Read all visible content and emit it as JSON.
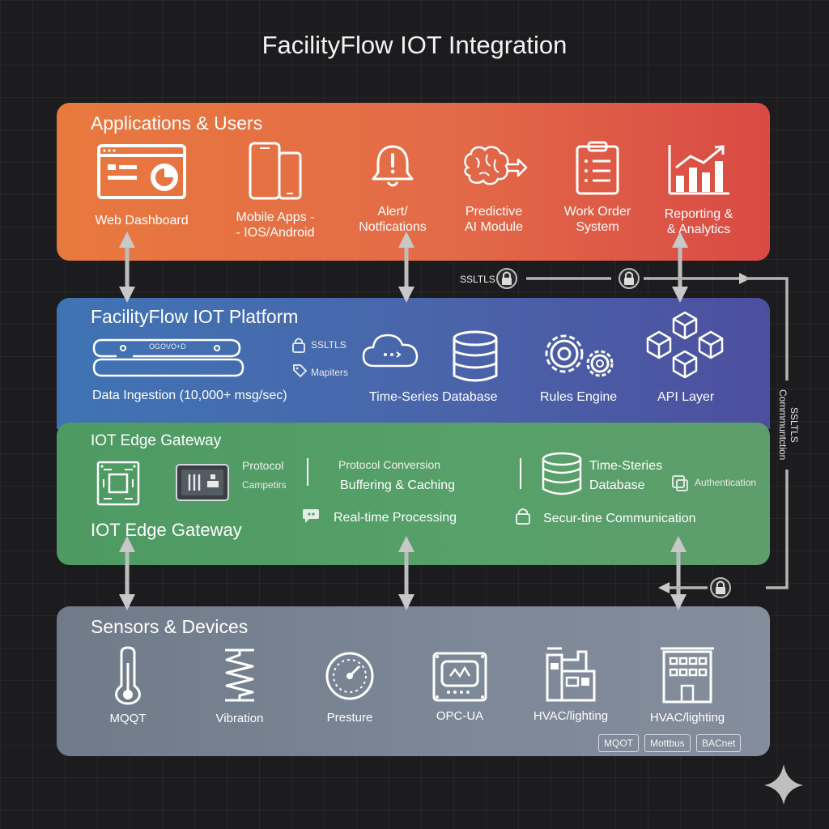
{
  "title": "FacilityFlow IOT Integration",
  "layers": {
    "apps": {
      "title": "Applications & Users",
      "items": [
        {
          "label": "Web Dashboard",
          "icon": "web-dashboard-icon"
        },
        {
          "label": "Mobile Apps -\n- IOS/Android",
          "icon": "mobile-devices-icon"
        },
        {
          "label": "Alert/\nNotfications",
          "icon": "bell-alert-icon"
        },
        {
          "label": "Predictive\nAI Module",
          "icon": "brain-icon"
        },
        {
          "label": "Work Order\nSystem",
          "icon": "clipboard-icon"
        },
        {
          "label": "Reporting &\n& Analytics",
          "icon": "bar-chart-icon"
        }
      ]
    },
    "platform": {
      "title": "FacilityFlow IOT Platform",
      "pipe_label": "OGOVO+D",
      "items": [
        {
          "label": "Data Ingestion (10,000+ msg/sec)",
          "icon": "pipeline-icon"
        },
        {
          "label": "Time-Series Database",
          "icon": "cloud-database-icon"
        },
        {
          "label": "Rules Engine",
          "icon": "gears-icon"
        },
        {
          "label": "API Layer",
          "icon": "cubes-icon"
        }
      ],
      "ssl_label": "SSLTLS",
      "mappers_label": "Mapiters"
    },
    "edge": {
      "title": "IOT Edge Gateway",
      "subtitle": "IOT Edge Gateway",
      "protocol_label": "Protocol",
      "converters_label": "Campetirs",
      "conversion_label": "Protocol Conversion",
      "buffering_label": "Buffering & Caching",
      "timeseries_label": "Time-Steries\nDatabase",
      "authentication_label": "Authentication",
      "realtime_label": "Real-time Processing",
      "secure_label": "Secur-tine Communication"
    },
    "sensors": {
      "title": "Sensors & Devices",
      "items": [
        {
          "label": "MQQT",
          "icon": "thermometer-icon"
        },
        {
          "label": "Vibration",
          "icon": "spring-icon"
        },
        {
          "label": "Presture",
          "icon": "gauge-icon"
        },
        {
          "label": "OPC-UA",
          "icon": "device-module-icon"
        },
        {
          "label": "HVAC/lighting",
          "icon": "factory-icon"
        },
        {
          "label": "HVAC/lighting",
          "icon": "building-icon"
        }
      ],
      "tags": [
        "MQOT",
        "Mottbus",
        "BACnet"
      ]
    }
  },
  "connectors": {
    "ssl_label": "SSLTLS",
    "vertical_label": "SSLTLS Commmuntction"
  },
  "colors": {
    "apps": "#e36a48",
    "platform": "#4a64aa",
    "edge": "#57a06a",
    "sensors": "#7d8898",
    "arrow": "#b8b8b8"
  }
}
